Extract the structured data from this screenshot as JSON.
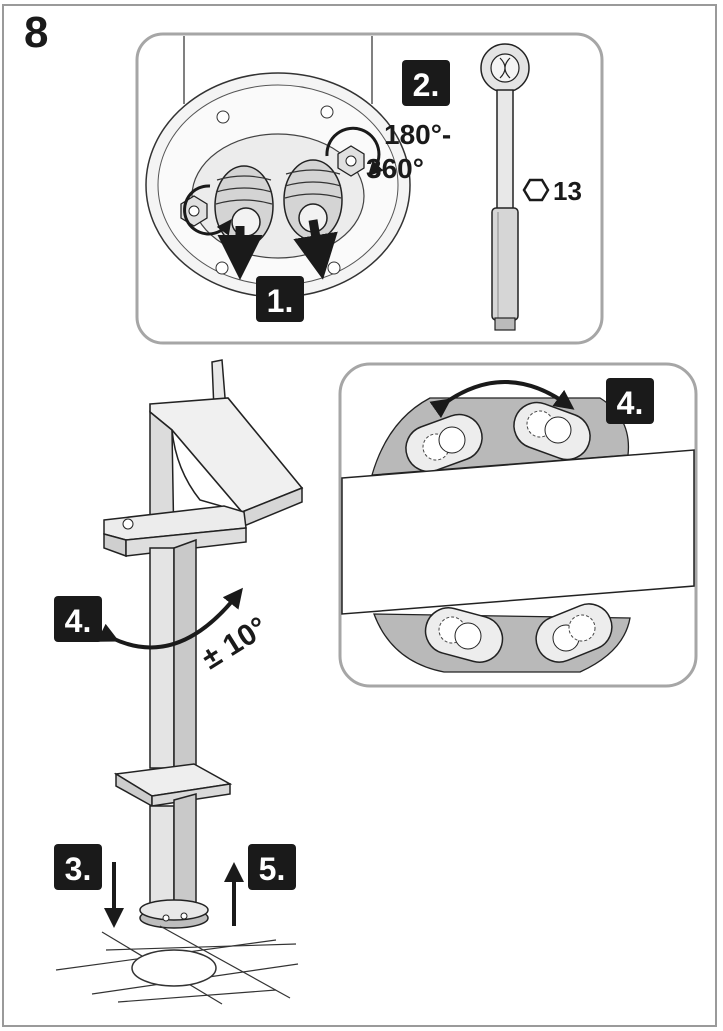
{
  "page": {
    "number": "8"
  },
  "steps": {
    "step1": "1.",
    "step2": "2.",
    "step3": "3.",
    "step4": "4.",
    "step4_detail": "4.",
    "step5": "5."
  },
  "labels": {
    "rotation_top": "180°-",
    "rotation_bottom": "360°",
    "wrench_size": "13",
    "tilt": "± 10°"
  },
  "icons": {
    "hex_nut": "hexagon-icon",
    "wrench": "ratchet-wrench-icon"
  },
  "colors": {
    "badge": "#1a1a1a",
    "line": "#1a1a1a",
    "panel_border": "#a6a6a6",
    "fill_light": "#e8e8e8",
    "fill_mid": "#cfcfcf"
  }
}
